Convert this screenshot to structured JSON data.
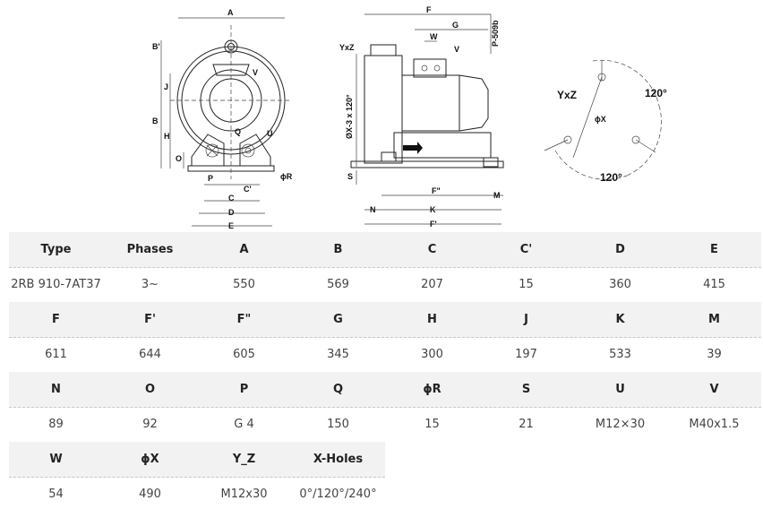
{
  "drawings": {
    "front": {
      "labels": [
        "A",
        "B'",
        "V",
        "J",
        "B",
        "H",
        "O",
        "Q",
        "U",
        "P",
        "C'",
        "C",
        "D",
        "E",
        "ϕR"
      ]
    },
    "side": {
      "labels": [
        "F",
        "G",
        "W",
        "V",
        "P-509b",
        "YxZ",
        "ØX-3 x 120°",
        "S",
        "F\"",
        "M",
        "N",
        "K",
        "F'"
      ]
    },
    "flange": {
      "labels": [
        "YxZ",
        "ϕX",
        "120°",
        "120°"
      ]
    }
  },
  "table": {
    "groups": [
      {
        "headers": [
          "Type",
          "Phases",
          "A",
          "B",
          "C",
          "C'",
          "D",
          "E"
        ],
        "values": [
          "2RB 910-7AT37",
          "3~",
          "550",
          "569",
          "207",
          "15",
          "360",
          "415"
        ]
      },
      {
        "headers": [
          "F",
          "F'",
          "F\"",
          "G",
          "H",
          "J",
          "K",
          "M"
        ],
        "values": [
          "611",
          "644",
          "605",
          "345",
          "300",
          "197",
          "533",
          "39"
        ]
      },
      {
        "headers": [
          "N",
          "O",
          "P",
          "Q",
          "ϕR",
          "S",
          "U",
          "V"
        ],
        "values": [
          "89",
          "92",
          "G 4",
          "150",
          "15",
          "21",
          "M12×30",
          "M40x1.5"
        ]
      },
      {
        "headers": [
          "W",
          "ϕX",
          "Y_Z",
          "X-Holes"
        ],
        "values": [
          "54",
          "490",
          "M12x30",
          "0°/120°/240°"
        ]
      }
    ]
  }
}
